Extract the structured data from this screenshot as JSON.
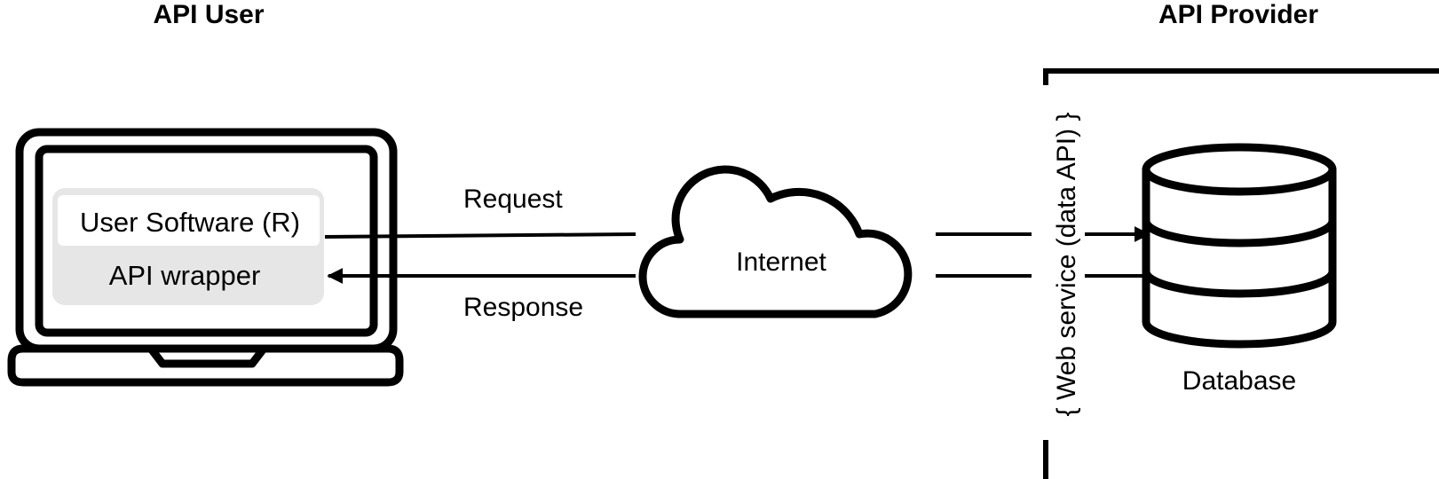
{
  "user_side": {
    "heading": "API User",
    "software_label": "User Software (R)",
    "wrapper_label": "API wrapper"
  },
  "provider_side": {
    "heading": "API Provider",
    "web_service_label": "{ Web service (data API) }",
    "database_label": "Database"
  },
  "network": {
    "cloud_label": "Internet",
    "request_label": "Request",
    "response_label": "Response"
  },
  "colors": {
    "stroke": "#000000",
    "wrapper_fill": "#e6e6e6",
    "software_fill": "#ffffff"
  },
  "icons": {
    "laptop": "laptop-icon",
    "cloud": "cloud-icon",
    "database": "database-icon"
  }
}
